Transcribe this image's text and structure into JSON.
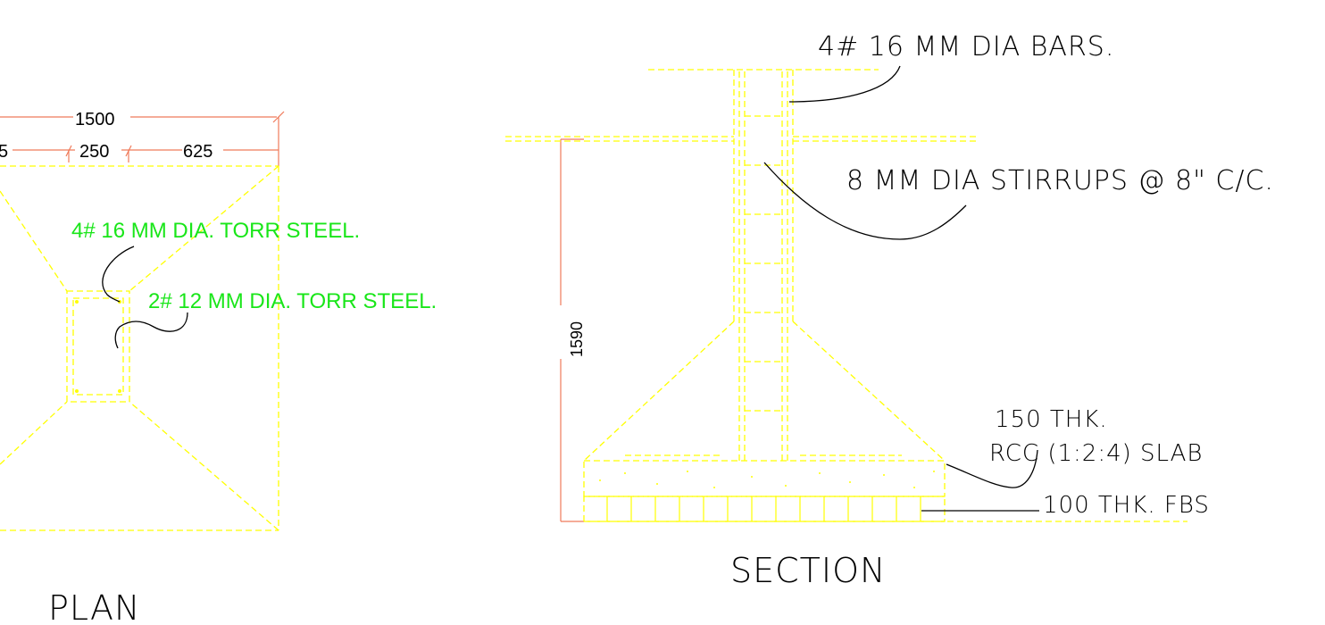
{
  "colors": {
    "outline": "#ffff00",
    "dimension": "#ef7a5a",
    "note": "#19e619",
    "leader": "#000000",
    "background": "#ffffff"
  },
  "plan": {
    "title": "PLAN",
    "dim_overall": "1500",
    "dim_left": "5",
    "dim_middle": "250",
    "dim_right": "625",
    "note_main_bars": "4# 16 MM DIA. TORR STEEL.",
    "note_extra_bars": "2# 12 MM DIA. TORR STEEL."
  },
  "section": {
    "title": "SECTION",
    "dim_height": "1590",
    "note_bars": "4# 16 MM DIA BARS.",
    "note_stirrups": "8 MM DIA STIRRUPS @ 8\" C/C.",
    "note_slab_1": "150 THK.",
    "note_slab_2": "RCC (1:2:4) SLAB",
    "note_fbs": "100 THK. FBS"
  }
}
